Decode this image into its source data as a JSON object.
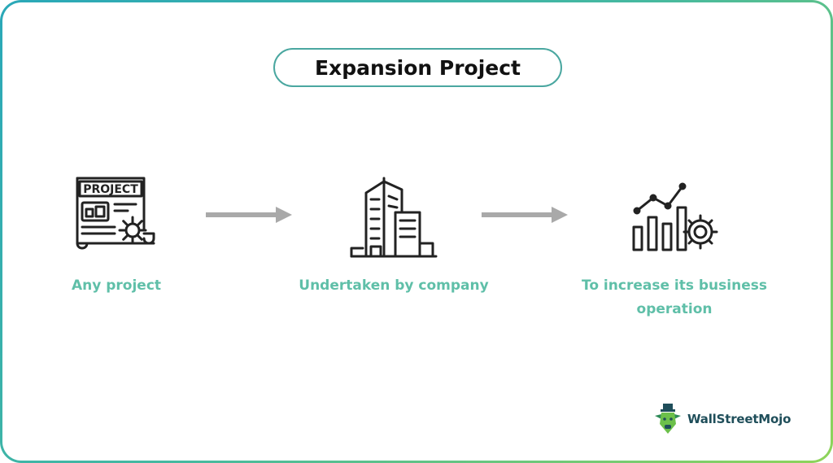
{
  "title": "Expansion Project",
  "steps": [
    {
      "icon": "project-document-icon",
      "label": "Any project"
    },
    {
      "icon": "office-building-icon",
      "label": "Undertaken by company"
    },
    {
      "icon": "growth-chart-gear-icon",
      "label": "To increase its business operation"
    }
  ],
  "icon_text": {
    "project": "PROJECT"
  },
  "logo": {
    "text": "WallStreetMojo"
  },
  "colors": {
    "accent": "#5fbfa8",
    "border_start": "#2aa8b8",
    "border_end": "#8fd45a",
    "arrow": "#a9a9a9",
    "title_text": "#111111"
  }
}
